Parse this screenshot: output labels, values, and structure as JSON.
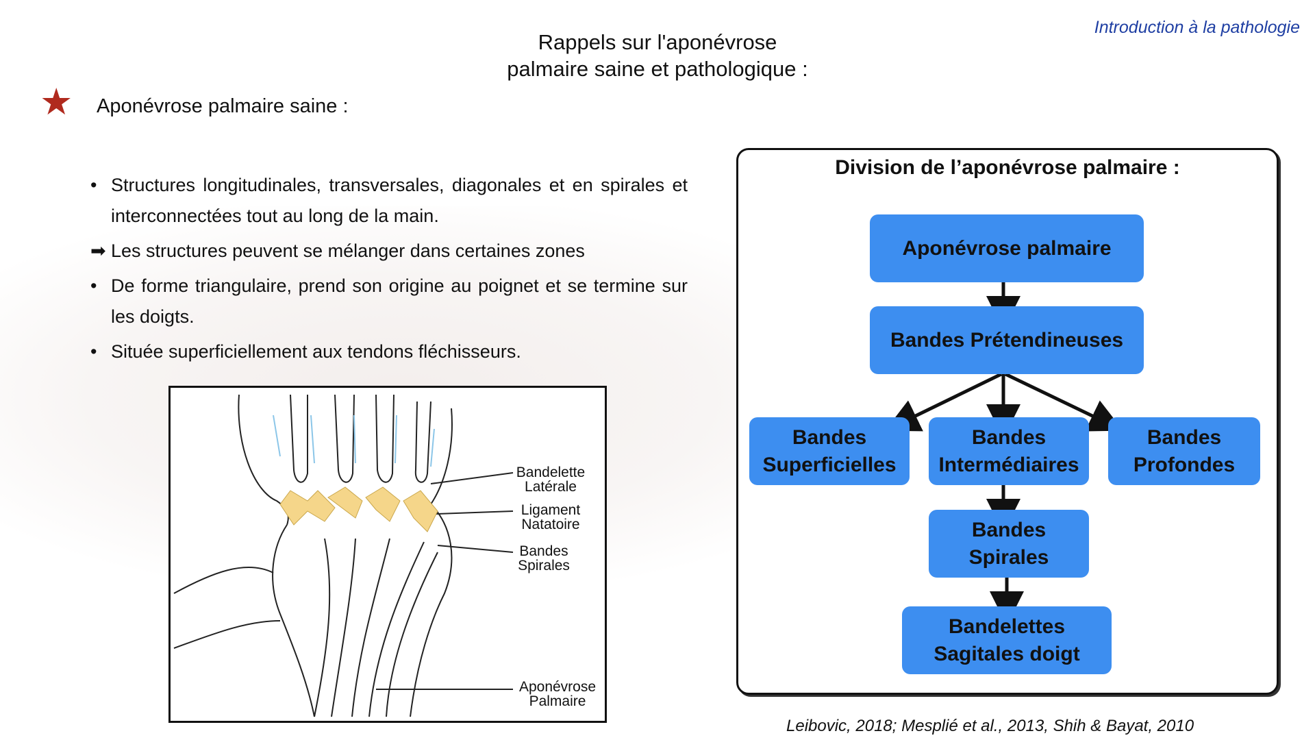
{
  "header": {
    "tag": "Introduction à la pathologie"
  },
  "title": {
    "line1": "Rappels sur l'aponévrose",
    "line2": "palmaire saine et pathologique :"
  },
  "section": {
    "star_icon": "star-icon",
    "star_color": "#b02a1e",
    "heading": "Aponévrose palmaire saine :"
  },
  "bullets": [
    {
      "marker": "•",
      "text": "Structures longitudinales, transversales, diagonales et en spirales et interconnectées tout au long de la main."
    },
    {
      "marker": "➡",
      "text": "Les structures peuvent se mélanger dans certaines zones"
    },
    {
      "marker": "•",
      "text": "De forme triangulaire, prend son origine au poignet et se termine sur les doigts."
    },
    {
      "marker": "•",
      "text": "Située superficiellement aux tendons fléchisseurs."
    }
  ],
  "figure": {
    "labels": {
      "bandelette_1": "Bandelette",
      "bandelette_2": "Latérale",
      "ligament_1": "Ligament",
      "ligament_2": "Natatoire",
      "bandes_1": "Bandes",
      "bandes_2": "Spirales",
      "apo_1": "Aponévrose",
      "apo_2": "Palmaire"
    },
    "colors": {
      "highlight": "#f5d68a",
      "blue_lines": "#8cc6e8"
    }
  },
  "diagram": {
    "title": "Division de l’aponévrose palmaire :",
    "node_color": "#3d8ef0",
    "nodes": {
      "root": "Aponévrose palmaire",
      "pretend": "Bandes Prétendineuses",
      "superf_1": "Bandes",
      "superf_2": "Superficielles",
      "interm_1": "Bandes",
      "interm_2": "Intermédiaires",
      "profond_1": "Bandes",
      "profond_2": "Profondes",
      "spirales_1": "Bandes",
      "spirales_2": "Spirales",
      "sagit_1": "Bandelettes",
      "sagit_2": "Sagitales doigt"
    }
  },
  "citation": "Leibovic, 2018; Mesplié et al., 2013, Shih & Bayat, 2010"
}
